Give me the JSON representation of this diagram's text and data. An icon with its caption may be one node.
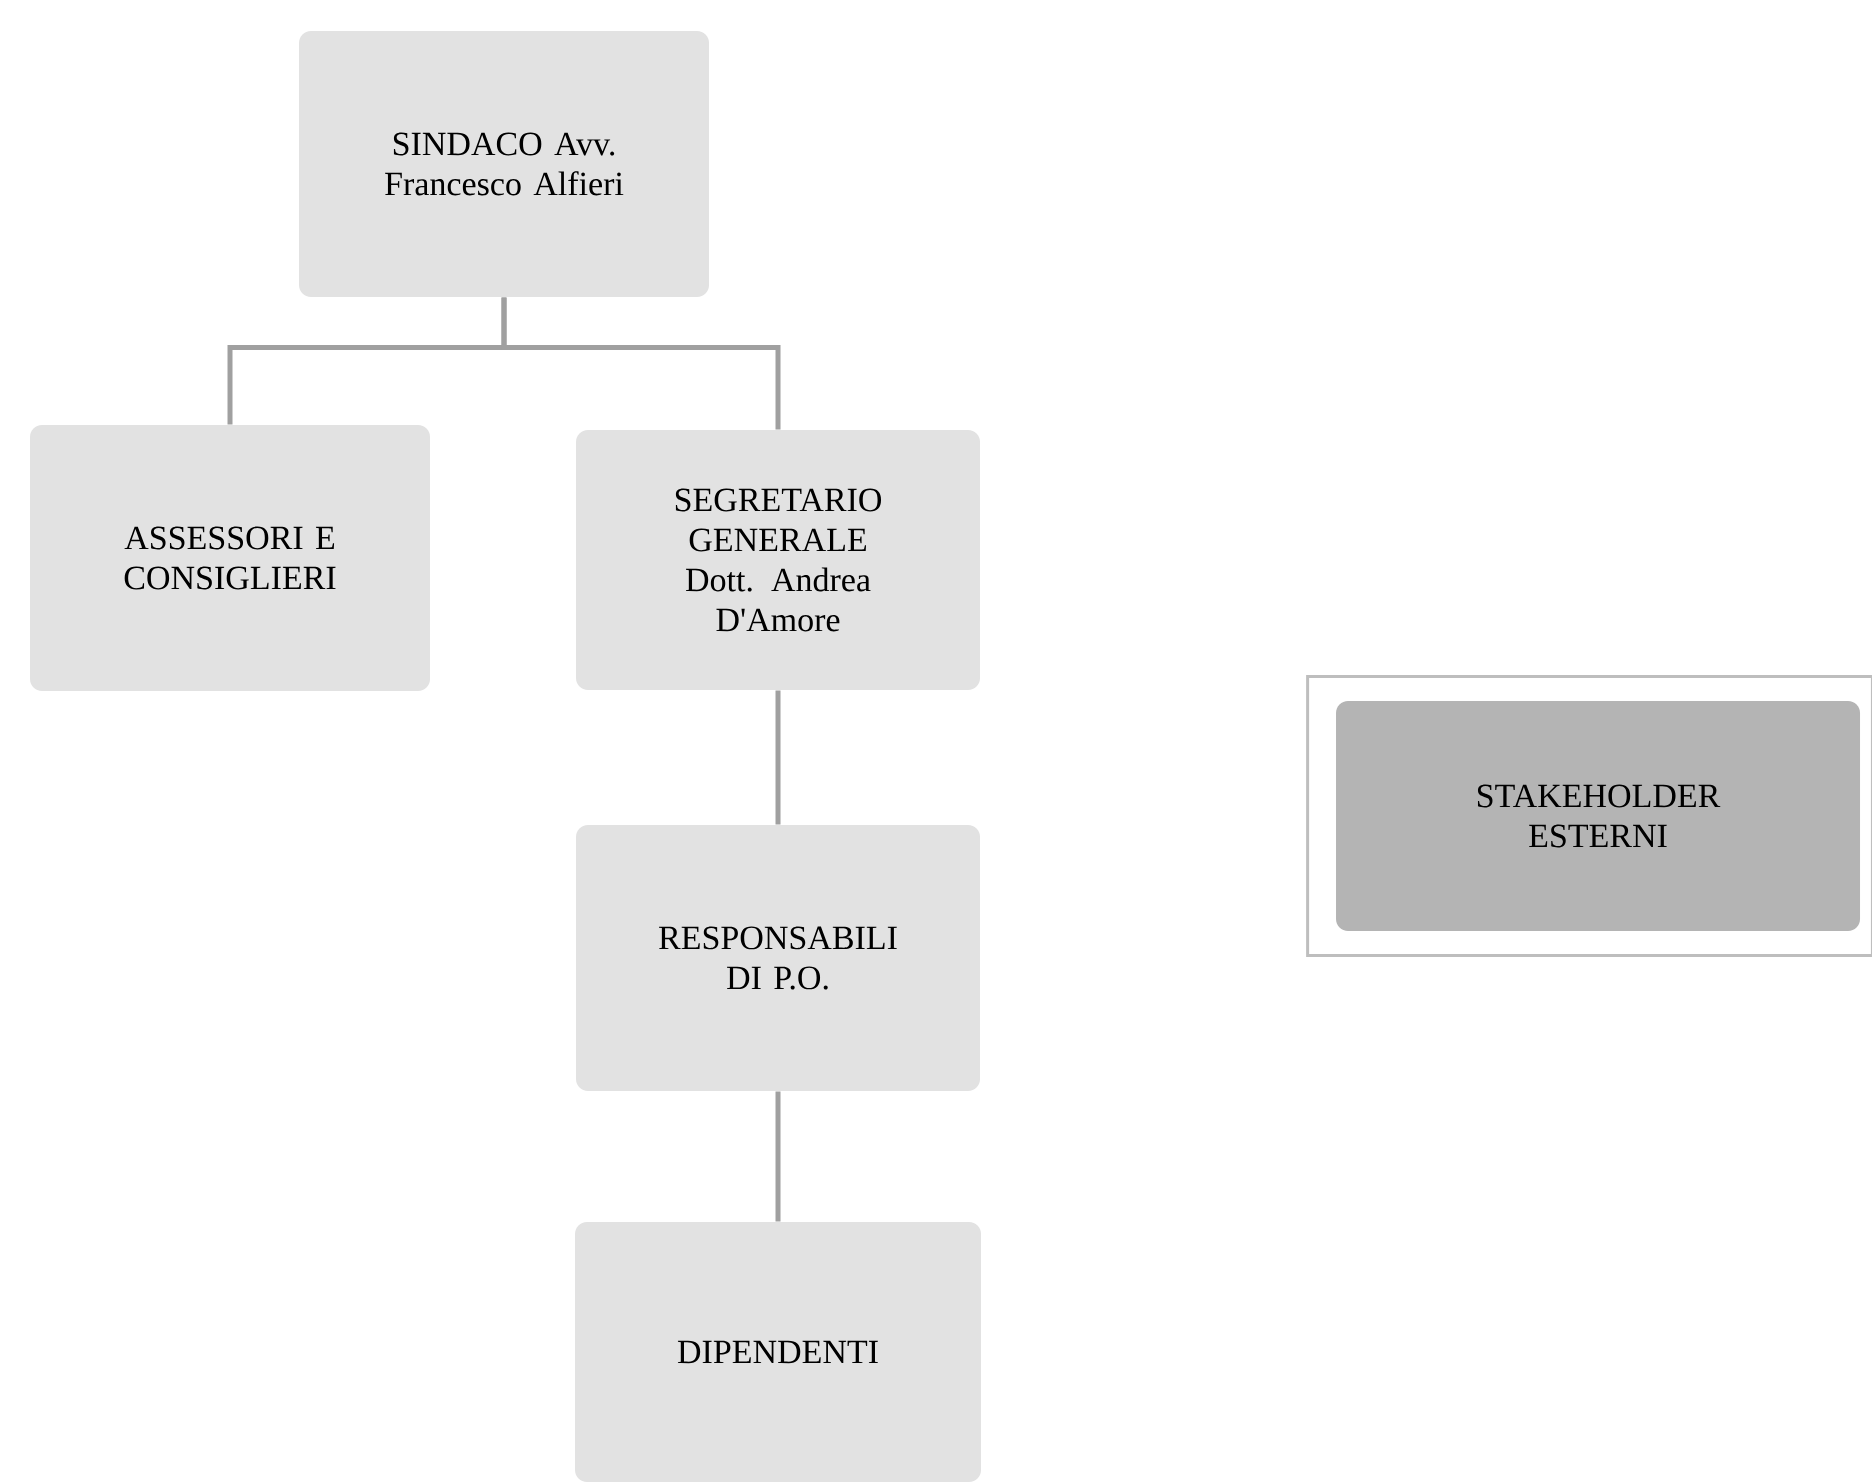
{
  "diagram": {
    "nodes": [
      {
        "text": [
          "SINDACO Avv. Francesco Alfieri"
        ]
      },
      {
        "text": [
          "ASSESSORI E CONSIGLIERI"
        ]
      },
      {
        "text": [
          "SEGRETARIO GENERALE Dott. Andrea D'Amore"
        ]
      },
      {
        "text": [
          "RESPONSABILI DI P.O."
        ]
      },
      {
        "text": [
          "DIPENDENTI"
        ]
      },
      {
        "text": [
          "STAKEHOLDER ESTERNI"
        ]
      }
    ],
    "edges": [
      {
        "from": 0,
        "to": 1,
        "arrow": "none"
      },
      {
        "from": 0,
        "to": 2,
        "arrow": "none"
      },
      {
        "from": 2,
        "to": 3,
        "arrow": "none"
      },
      {
        "from": 3,
        "to": 4,
        "arrow": "none"
      }
    ]
  }
}
